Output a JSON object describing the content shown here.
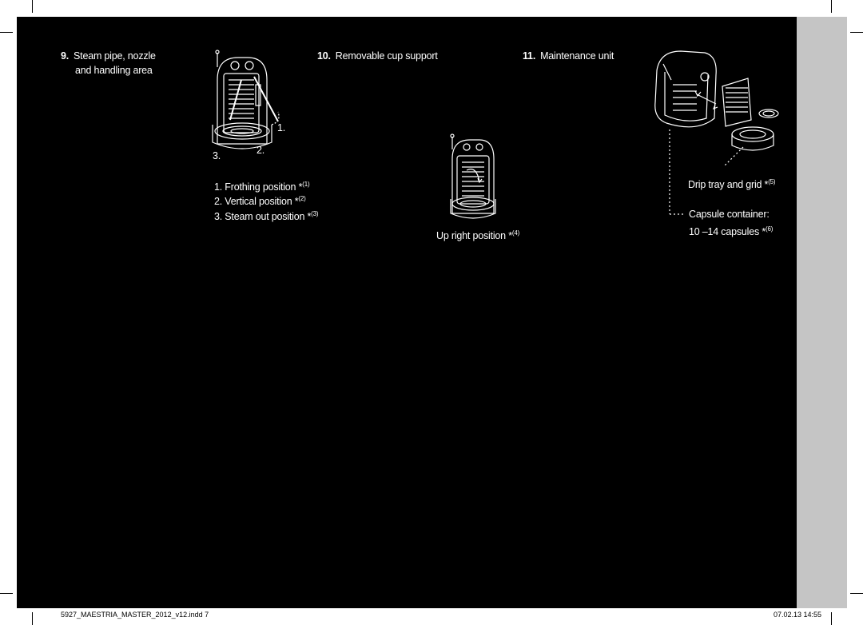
{
  "sections": {
    "s9": {
      "number": "9.",
      "line1": "Steam pipe, nozzle",
      "line2": "and handling area"
    },
    "s10": {
      "number": "10.",
      "title": "Removable cup support"
    },
    "s11": {
      "number": "11.",
      "title": "Maintenance unit"
    }
  },
  "callouts": {
    "c1": "1.",
    "c2": "2.",
    "c3": "3."
  },
  "positions": [
    {
      "label": "1. Frothing position *",
      "note": "(1)"
    },
    {
      "label": "2. Vertical position *",
      "note": "(2)"
    },
    {
      "label": "3. Steam out position *",
      "note": "(3)"
    }
  ],
  "upright": {
    "label": "Up right position *",
    "note": "(4)"
  },
  "maintenance": {
    "drip_tray": {
      "label": "Drip tray and grid *",
      "note": "(5)"
    },
    "capsule_line1": "Capsule container:",
    "capsule_line2": "10 –14 capsules *",
    "capsule_note": "(6)"
  },
  "footer": {
    "file": "5927_MAESTRIA_MASTER_2012_v12.indd   7",
    "date": "07.02.13   14:55"
  },
  "colors": {
    "page": "#000000",
    "strip": "#c5c5c5",
    "text": "#ffffff"
  }
}
